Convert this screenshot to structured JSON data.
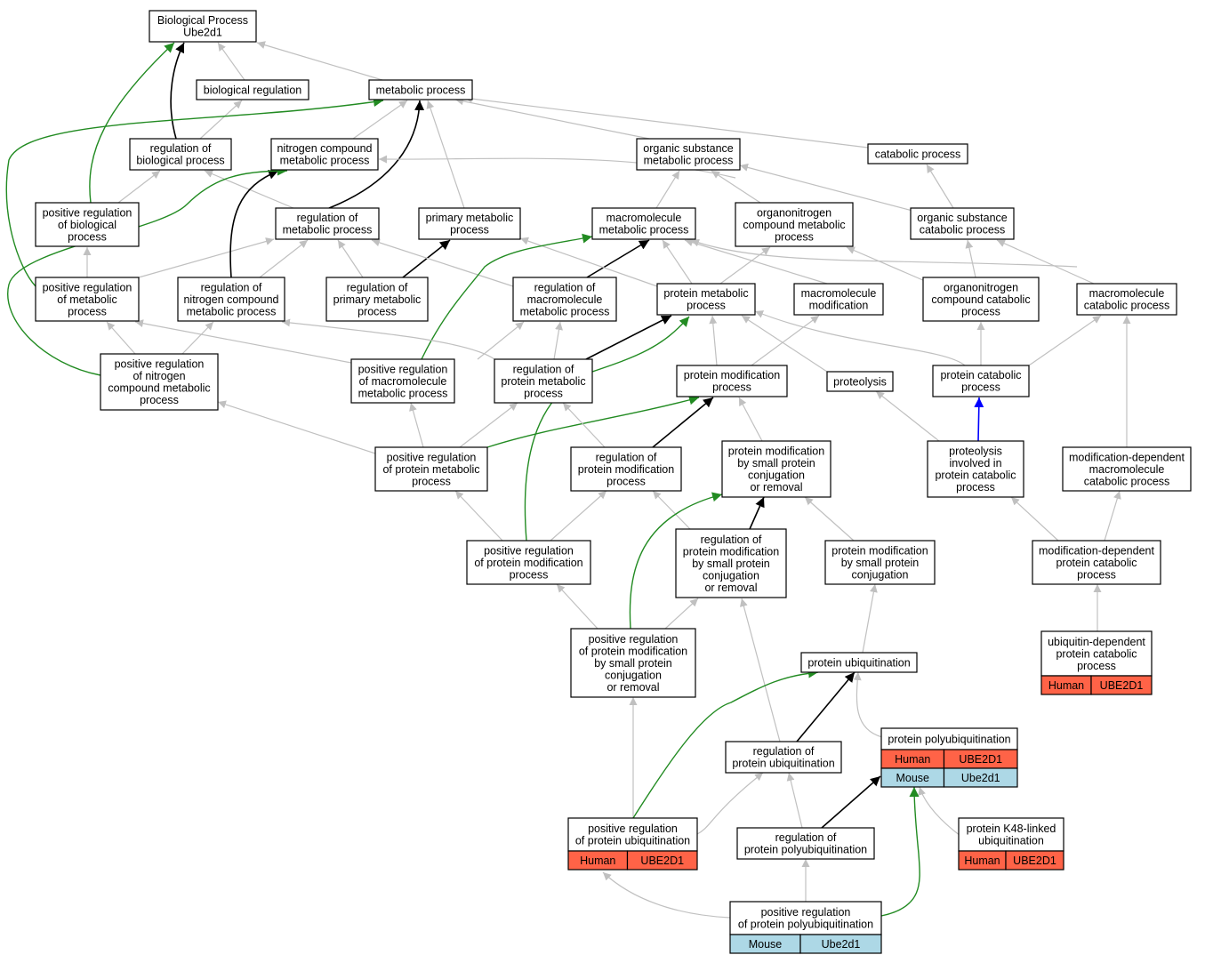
{
  "colors": {
    "human": "#ff6347",
    "mouse": "#add8e6",
    "gray": "#c0c0c0",
    "black": "#000000",
    "green": "#228b22",
    "blue": "#0000ff"
  },
  "nodes": [
    {
      "id": "bp",
      "lines": [
        "Biological Process",
        "Ube2d1"
      ]
    },
    {
      "id": "bioreg",
      "lines": [
        "biological regulation"
      ]
    },
    {
      "id": "metab",
      "lines": [
        "metabolic process"
      ]
    },
    {
      "id": "regbio",
      "lines": [
        "regulation of",
        "biological process"
      ]
    },
    {
      "id": "nitro",
      "lines": [
        "nitrogen compound",
        "metabolic process"
      ]
    },
    {
      "id": "orgsub",
      "lines": [
        "organic substance",
        "metabolic process"
      ]
    },
    {
      "id": "catab",
      "lines": [
        "catabolic process"
      ]
    },
    {
      "id": "posregbio",
      "lines": [
        "positive regulation",
        "of biological",
        "process"
      ]
    },
    {
      "id": "regmet",
      "lines": [
        "regulation of",
        "metabolic process"
      ]
    },
    {
      "id": "primary",
      "lines": [
        "primary metabolic",
        "process"
      ]
    },
    {
      "id": "macro",
      "lines": [
        "macromolecule",
        "metabolic process"
      ]
    },
    {
      "id": "orgnit",
      "lines": [
        "organonitrogen",
        "compound metabolic",
        "process"
      ]
    },
    {
      "id": "orgsubcat",
      "lines": [
        "organic substance",
        "catabolic process"
      ]
    },
    {
      "id": "posregmet",
      "lines": [
        "positive regulation",
        "of metabolic",
        "process"
      ]
    },
    {
      "id": "regnit",
      "lines": [
        "regulation of",
        "nitrogen compound",
        "metabolic process"
      ]
    },
    {
      "id": "regprim",
      "lines": [
        "regulation of",
        "primary metabolic",
        "process"
      ]
    },
    {
      "id": "regmacro",
      "lines": [
        "regulation of",
        "macromolecule",
        "metabolic process"
      ]
    },
    {
      "id": "protmet",
      "lines": [
        "protein metabolic",
        "process"
      ]
    },
    {
      "id": "macromod",
      "lines": [
        "macromolecule",
        "modification"
      ]
    },
    {
      "id": "orgnitcat",
      "lines": [
        "organonitrogen",
        "compound catabolic",
        "process"
      ]
    },
    {
      "id": "macrocat",
      "lines": [
        "macromolecule",
        "catabolic process"
      ]
    },
    {
      "id": "posregnit",
      "lines": [
        "positive regulation",
        "of nitrogen",
        "compound metabolic",
        "process"
      ]
    },
    {
      "id": "posregmacro",
      "lines": [
        "positive regulation",
        "of macromolecule",
        "metabolic process"
      ]
    },
    {
      "id": "regprotmet",
      "lines": [
        "regulation of",
        "protein metabolic",
        "process"
      ]
    },
    {
      "id": "protmod",
      "lines": [
        "protein modification",
        "process"
      ]
    },
    {
      "id": "proteolysis",
      "lines": [
        "proteolysis"
      ]
    },
    {
      "id": "protcat",
      "lines": [
        "protein catabolic",
        "process"
      ]
    },
    {
      "id": "posregprotmet",
      "lines": [
        "positive regulation",
        "of protein metabolic",
        "process"
      ]
    },
    {
      "id": "regprotmod",
      "lines": [
        "regulation of",
        "protein modification",
        "process"
      ]
    },
    {
      "id": "pmsmall",
      "lines": [
        "protein modification",
        "by small protein",
        "conjugation",
        "or removal"
      ]
    },
    {
      "id": "proteolinv",
      "lines": [
        "proteolysis",
        "involved in",
        "protein catabolic",
        "process"
      ]
    },
    {
      "id": "moddepmacro",
      "lines": [
        "modification-dependent",
        "macromolecule",
        "catabolic process"
      ]
    },
    {
      "id": "posregprotmod",
      "lines": [
        "positive regulation",
        "of protein modification",
        "process"
      ]
    },
    {
      "id": "regpmsmall",
      "lines": [
        "regulation of",
        "protein modification",
        "by small protein",
        "conjugation",
        "or removal"
      ]
    },
    {
      "id": "pmsmallconj",
      "lines": [
        "protein modification",
        "by small protein",
        "conjugation"
      ]
    },
    {
      "id": "moddepprot",
      "lines": [
        "modification-dependent",
        "protein catabolic",
        "process"
      ]
    },
    {
      "id": "posregpmsmall",
      "lines": [
        "positive regulation",
        "of protein modification",
        "by small protein",
        "conjugation",
        "or removal"
      ]
    },
    {
      "id": "protubi",
      "lines": [
        "protein ubiquitination"
      ]
    },
    {
      "id": "ubidep",
      "lines": [
        "ubiquitin-dependent",
        "protein catabolic",
        "process"
      ],
      "rows": [
        {
          "species": "Human",
          "gene": "UBE2D1"
        }
      ]
    },
    {
      "id": "regprotubi",
      "lines": [
        "regulation of",
        "protein ubiquitination"
      ]
    },
    {
      "id": "polyubi",
      "lines": [
        "protein polyubiquitination"
      ],
      "rows": [
        {
          "species": "Human",
          "gene": "UBE2D1"
        },
        {
          "species": "Mouse",
          "gene": "Ube2d1"
        }
      ]
    },
    {
      "id": "posregprotubi",
      "lines": [
        "positive regulation",
        "of protein ubiquitination"
      ],
      "rows": [
        {
          "species": "Human",
          "gene": "UBE2D1"
        }
      ]
    },
    {
      "id": "regpoly",
      "lines": [
        "regulation of",
        "protein polyubiquitination"
      ]
    },
    {
      "id": "k48",
      "lines": [
        "protein K48-linked",
        "ubiquitination"
      ],
      "rows": [
        {
          "species": "Human",
          "gene": "UBE2D1"
        }
      ]
    },
    {
      "id": "posregpoly",
      "lines": [
        "positive regulation",
        "of protein polyubiquitination"
      ],
      "rows": [
        {
          "species": "Mouse",
          "gene": "Ube2d1"
        }
      ]
    }
  ],
  "edges": [
    {
      "from": "bioreg",
      "to": "bp",
      "style": "gray"
    },
    {
      "from": "metab",
      "to": "bp",
      "style": "gray"
    },
    {
      "from": "regbio",
      "to": "bioreg",
      "style": "gray"
    },
    {
      "from": "regbio",
      "to": "bp",
      "style": "black"
    },
    {
      "from": "nitro",
      "to": "metab",
      "style": "gray"
    },
    {
      "from": "orgsub",
      "to": "metab",
      "style": "gray"
    },
    {
      "from": "catab",
      "to": "metab",
      "style": "gray"
    },
    {
      "from": "posregbio",
      "to": "regbio",
      "style": "gray"
    },
    {
      "from": "posregbio",
      "to": "bp",
      "style": "green"
    },
    {
      "from": "regmet",
      "to": "regbio",
      "style": "gray"
    },
    {
      "from": "regmet",
      "to": "metab",
      "style": "black"
    },
    {
      "from": "primary",
      "to": "metab",
      "style": "gray"
    },
    {
      "from": "macro",
      "to": "orgsub",
      "style": "gray"
    },
    {
      "from": "orgnit",
      "to": "orgsub",
      "style": "gray"
    },
    {
      "from": "orgnit",
      "to": "nitro",
      "style": "gray"
    },
    {
      "from": "orgsubcat",
      "to": "orgsub",
      "style": "gray"
    },
    {
      "from": "orgsubcat",
      "to": "catab",
      "style": "gray"
    },
    {
      "from": "posregmet",
      "to": "posregbio",
      "style": "gray"
    },
    {
      "from": "posregmet",
      "to": "regmet",
      "style": "gray"
    },
    {
      "from": "posregmet",
      "to": "metab",
      "style": "green"
    },
    {
      "from": "regnit",
      "to": "regmet",
      "style": "gray"
    },
    {
      "from": "regnit",
      "to": "nitro",
      "style": "black"
    },
    {
      "from": "regprim",
      "to": "regmet",
      "style": "gray"
    },
    {
      "from": "regprim",
      "to": "primary",
      "style": "black"
    },
    {
      "from": "regmacro",
      "to": "regmet",
      "style": "gray"
    },
    {
      "from": "regmacro",
      "to": "macro",
      "style": "black"
    },
    {
      "from": "protmet",
      "to": "primary",
      "style": "gray"
    },
    {
      "from": "protmet",
      "to": "macro",
      "style": "gray"
    },
    {
      "from": "protmet",
      "to": "orgnit",
      "style": "gray"
    },
    {
      "from": "macromod",
      "to": "macro",
      "style": "gray"
    },
    {
      "from": "orgnitcat",
      "to": "orgsubcat",
      "style": "gray"
    },
    {
      "from": "orgnitcat",
      "to": "orgnit",
      "style": "gray"
    },
    {
      "from": "macrocat",
      "to": "orgsubcat",
      "style": "gray"
    },
    {
      "from": "macrocat",
      "to": "macro",
      "style": "gray"
    },
    {
      "from": "posregnit",
      "to": "posregmet",
      "style": "gray"
    },
    {
      "from": "posregnit",
      "to": "regnit",
      "style": "gray"
    },
    {
      "from": "posregnit",
      "to": "nitro",
      "style": "green"
    },
    {
      "from": "posregmacro",
      "to": "posregmet",
      "style": "gray"
    },
    {
      "from": "posregmacro",
      "to": "regmacro",
      "style": "gray"
    },
    {
      "from": "posregmacro",
      "to": "macro",
      "style": "green"
    },
    {
      "from": "regprotmet",
      "to": "regmacro",
      "style": "gray"
    },
    {
      "from": "regprotmet",
      "to": "regprim",
      "style": "gray"
    },
    {
      "from": "regprotmet",
      "to": "protmet",
      "style": "black"
    },
    {
      "from": "protmod",
      "to": "protmet",
      "style": "gray"
    },
    {
      "from": "protmod",
      "to": "macromod",
      "style": "gray"
    },
    {
      "from": "proteolysis",
      "to": "protmet",
      "style": "gray"
    },
    {
      "from": "protcat",
      "to": "orgnitcat",
      "style": "gray"
    },
    {
      "from": "protcat",
      "to": "macrocat",
      "style": "gray"
    },
    {
      "from": "protcat",
      "to": "protmet",
      "style": "gray"
    },
    {
      "from": "posregprotmet",
      "to": "posregnit",
      "style": "gray"
    },
    {
      "from": "posregprotmet",
      "to": "posregmacro",
      "style": "gray"
    },
    {
      "from": "posregprotmet",
      "to": "regprotmet",
      "style": "gray"
    },
    {
      "from": "posregprotmet",
      "to": "protmod",
      "style": "green"
    },
    {
      "from": "regprotmod",
      "to": "regprotmet",
      "style": "gray"
    },
    {
      "from": "regprotmod",
      "to": "protmod",
      "style": "black"
    },
    {
      "from": "pmsmall",
      "to": "protmod",
      "style": "gray"
    },
    {
      "from": "proteolinv",
      "to": "proteolysis",
      "style": "gray"
    },
    {
      "from": "proteolinv",
      "to": "protcat",
      "style": "blue"
    },
    {
      "from": "moddepmacro",
      "to": "macrocat",
      "style": "gray"
    },
    {
      "from": "posregprotmod",
      "to": "posregprotmet",
      "style": "gray"
    },
    {
      "from": "posregprotmod",
      "to": "regprotmod",
      "style": "gray"
    },
    {
      "from": "posregprotmod",
      "to": "protmet",
      "style": "green"
    },
    {
      "from": "regpmsmall",
      "to": "regprotmod",
      "style": "gray"
    },
    {
      "from": "regpmsmall",
      "to": "pmsmall",
      "style": "black"
    },
    {
      "from": "pmsmallconj",
      "to": "pmsmall",
      "style": "gray"
    },
    {
      "from": "moddepprot",
      "to": "proteolinv",
      "style": "gray"
    },
    {
      "from": "moddepprot",
      "to": "moddepmacro",
      "style": "gray"
    },
    {
      "from": "posregpmsmall",
      "to": "posregprotmod",
      "style": "gray"
    },
    {
      "from": "posregpmsmall",
      "to": "regpmsmall",
      "style": "gray"
    },
    {
      "from": "posregpmsmall",
      "to": "pmsmall",
      "style": "green"
    },
    {
      "from": "protubi",
      "to": "pmsmallconj",
      "style": "gray"
    },
    {
      "from": "ubidep",
      "to": "moddepprot",
      "style": "gray"
    },
    {
      "from": "regprotubi",
      "to": "regpmsmall",
      "style": "gray"
    },
    {
      "from": "regprotubi",
      "to": "protubi",
      "style": "black"
    },
    {
      "from": "polyubi",
      "to": "protubi",
      "style": "gray"
    },
    {
      "from": "posregprotubi",
      "to": "posregpmsmall",
      "style": "gray"
    },
    {
      "from": "posregprotubi",
      "to": "regprotubi",
      "style": "gray"
    },
    {
      "from": "posregprotubi",
      "to": "protubi",
      "style": "green"
    },
    {
      "from": "regpoly",
      "to": "regprotubi",
      "style": "gray"
    },
    {
      "from": "regpoly",
      "to": "polyubi",
      "style": "black"
    },
    {
      "from": "k48",
      "to": "polyubi",
      "style": "gray"
    },
    {
      "from": "posregpoly",
      "to": "posregprotubi",
      "style": "gray"
    },
    {
      "from": "posregpoly",
      "to": "regpoly",
      "style": "gray"
    },
    {
      "from": "posregpoly",
      "to": "polyubi",
      "style": "green"
    }
  ]
}
